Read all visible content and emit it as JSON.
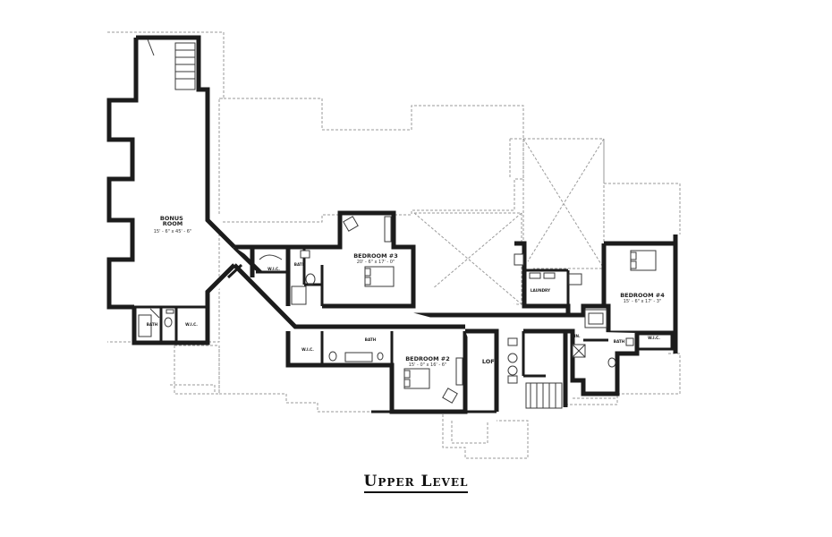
{
  "title": "Upper Level",
  "rooms": [
    {
      "id": "bonus-room",
      "name": "BONUS\nROOM",
      "dims": "15' - 6\" x 45' - 6\""
    },
    {
      "id": "bedroom-3",
      "name": "BEDROOM #3",
      "dims": "20' - 6\" x 17' - 0\""
    },
    {
      "id": "bedroom-2",
      "name": "BEDROOM #2",
      "dims": "15' - 0\" x 16' - 6\""
    },
    {
      "id": "bedroom-4",
      "name": "BEDROOM #4",
      "dims": "15' - 6\" x 17' - 3\""
    },
    {
      "id": "loft",
      "name": "LOFT",
      "dims": ""
    }
  ],
  "small_labels": {
    "bath": "BATH",
    "wic": "W.I.C.",
    "laundry": "LAUNDRY",
    "lin": "LIN."
  }
}
